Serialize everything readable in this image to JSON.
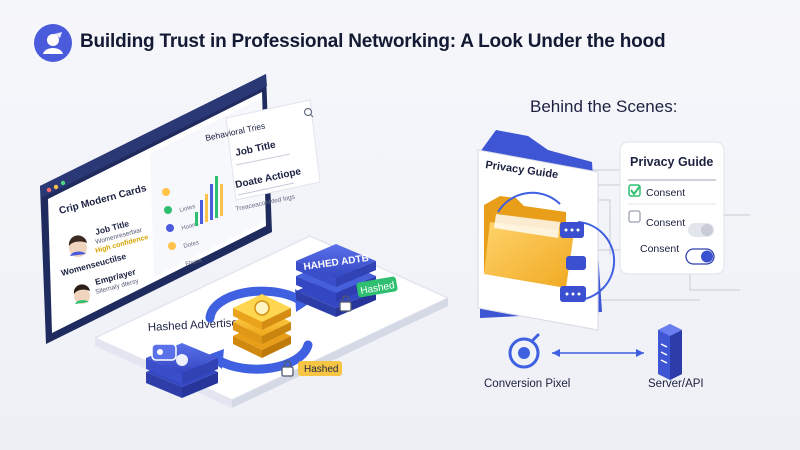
{
  "header": {
    "title": "Building Trust in Professional Networking: A Look Under the hood"
  },
  "monitor": {
    "card_title": "Crip Modern Cards",
    "profile_1": {
      "title": "Job Title",
      "line_1": "Womenreserbiar",
      "highlight": "High confidence"
    },
    "section_label": "Womenseuctilse",
    "profile_2": {
      "title": "Empr/ayer",
      "line_1": "Sllernaly dtersy"
    },
    "chart_icons": [
      "Liotes",
      "Hoans",
      "Dotes",
      "Fhons"
    ]
  },
  "popup": {
    "title": "Behavioral Tries",
    "item_1": "Job Title",
    "item_2": "Doate Actiope",
    "item_3": "Treaceaconnted logs"
  },
  "platform": {
    "label": "Hashed Advertiser lists",
    "db_text": "HAHED ADTB",
    "badge_1": "Hashed",
    "badge_2": "Hashed"
  },
  "right": {
    "heading": "Behind the Scenes:",
    "folder_title": "Privacy Guide",
    "panel": {
      "title": "Privacy Guide",
      "rows": [
        {
          "label": "Consent"
        },
        {
          "label": "Consent"
        },
        {
          "label": "Consent"
        }
      ]
    },
    "pixel_label": "Conversion Pixel",
    "server_label": "Server/API"
  },
  "colors": {
    "brand": "#4a5bdc",
    "yellow": "#f6c543",
    "green": "#2fbf71",
    "db_blue": "#3f58d6"
  },
  "icons": [
    "user-icon",
    "search-icon",
    "folder-icon",
    "chat-icon",
    "check-icon",
    "toggle-icon",
    "pixel-icon",
    "server-icon",
    "lock-icon",
    "refresh-icon",
    "database-icon",
    "shield-icon"
  ]
}
